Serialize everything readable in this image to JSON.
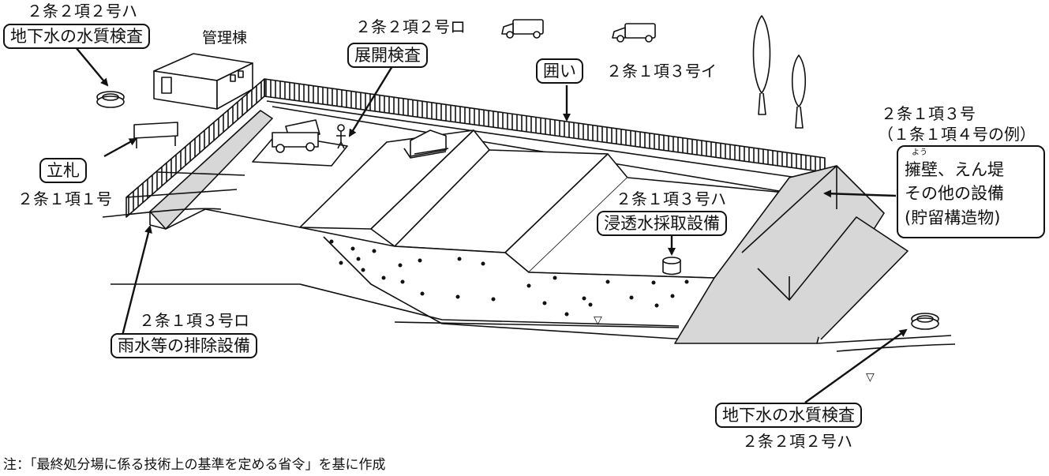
{
  "labels": {
    "gw_top_code": "２条２項２号ハ",
    "gw_top_title": "地下水の水質検査",
    "admin_building": "管理棟",
    "open_inspect_code": "２条２項２号ロ",
    "open_inspect_title": "展開検査",
    "fence_title": "囲い",
    "fence_code": "２条１項３号イ",
    "retaining_code_1": "２条１項３号",
    "retaining_code_2": "（１条１項４号の例）",
    "retaining_ruby": "よう",
    "retaining_title_1": "擁壁、えん堤",
    "retaining_title_2": "その他の設備",
    "retaining_title_3": "(貯留構造物)",
    "signboard_title": "立札",
    "signboard_code": "２条１項１号",
    "seepage_code": "２条１項３号ハ",
    "seepage_title": "浸透水採取設備",
    "rain_code": "２条１項３号ロ",
    "rain_title": "雨水等の排除設備",
    "gw_bottom_title": "地下水の水質検査",
    "gw_bottom_code": "２条２項２号ハ",
    "water_mark_1": "▽",
    "water_mark_2": "▽"
  },
  "footnote": "注：「最終処分場に係る技術上の基準を定める省令」を基に作成",
  "colors": {
    "line": "#111111",
    "gray_fill": "#d7d7d7",
    "white": "#ffffff"
  }
}
